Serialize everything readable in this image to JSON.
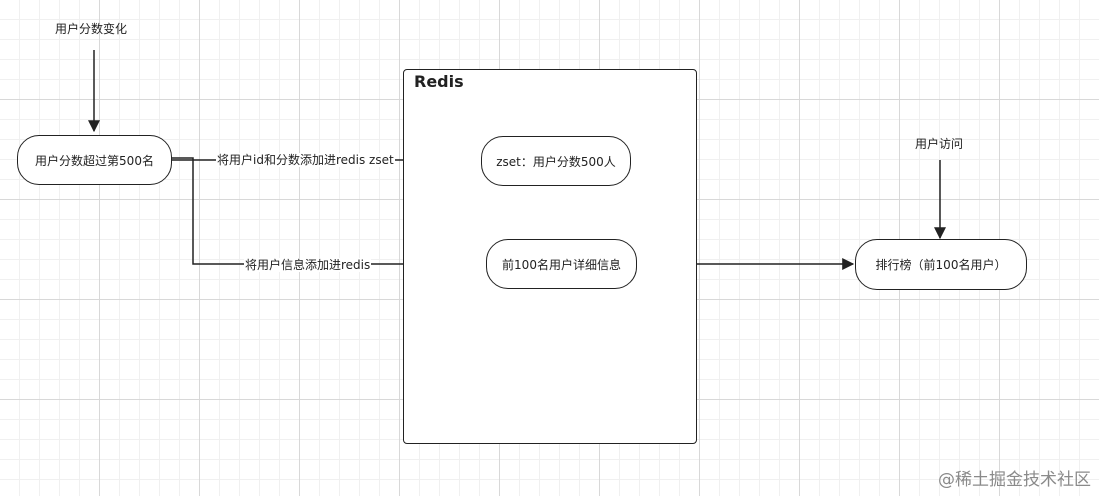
{
  "labels": {
    "score_change": "用户分数变化",
    "user_visit": "用户访问"
  },
  "container": {
    "title": "Redis"
  },
  "nodes": {
    "over_500": "用户分数超过第500名",
    "zset": "zset：用户分数500人",
    "top100_detail": "前100名用户详细信息",
    "leaderboard": "排行榜（前100名用户）"
  },
  "edges": {
    "add_zset": "将用户id和分数添加进redis zset",
    "add_info": "将用户信息添加进redis"
  },
  "watermark": "@稀土掘金技术社区"
}
